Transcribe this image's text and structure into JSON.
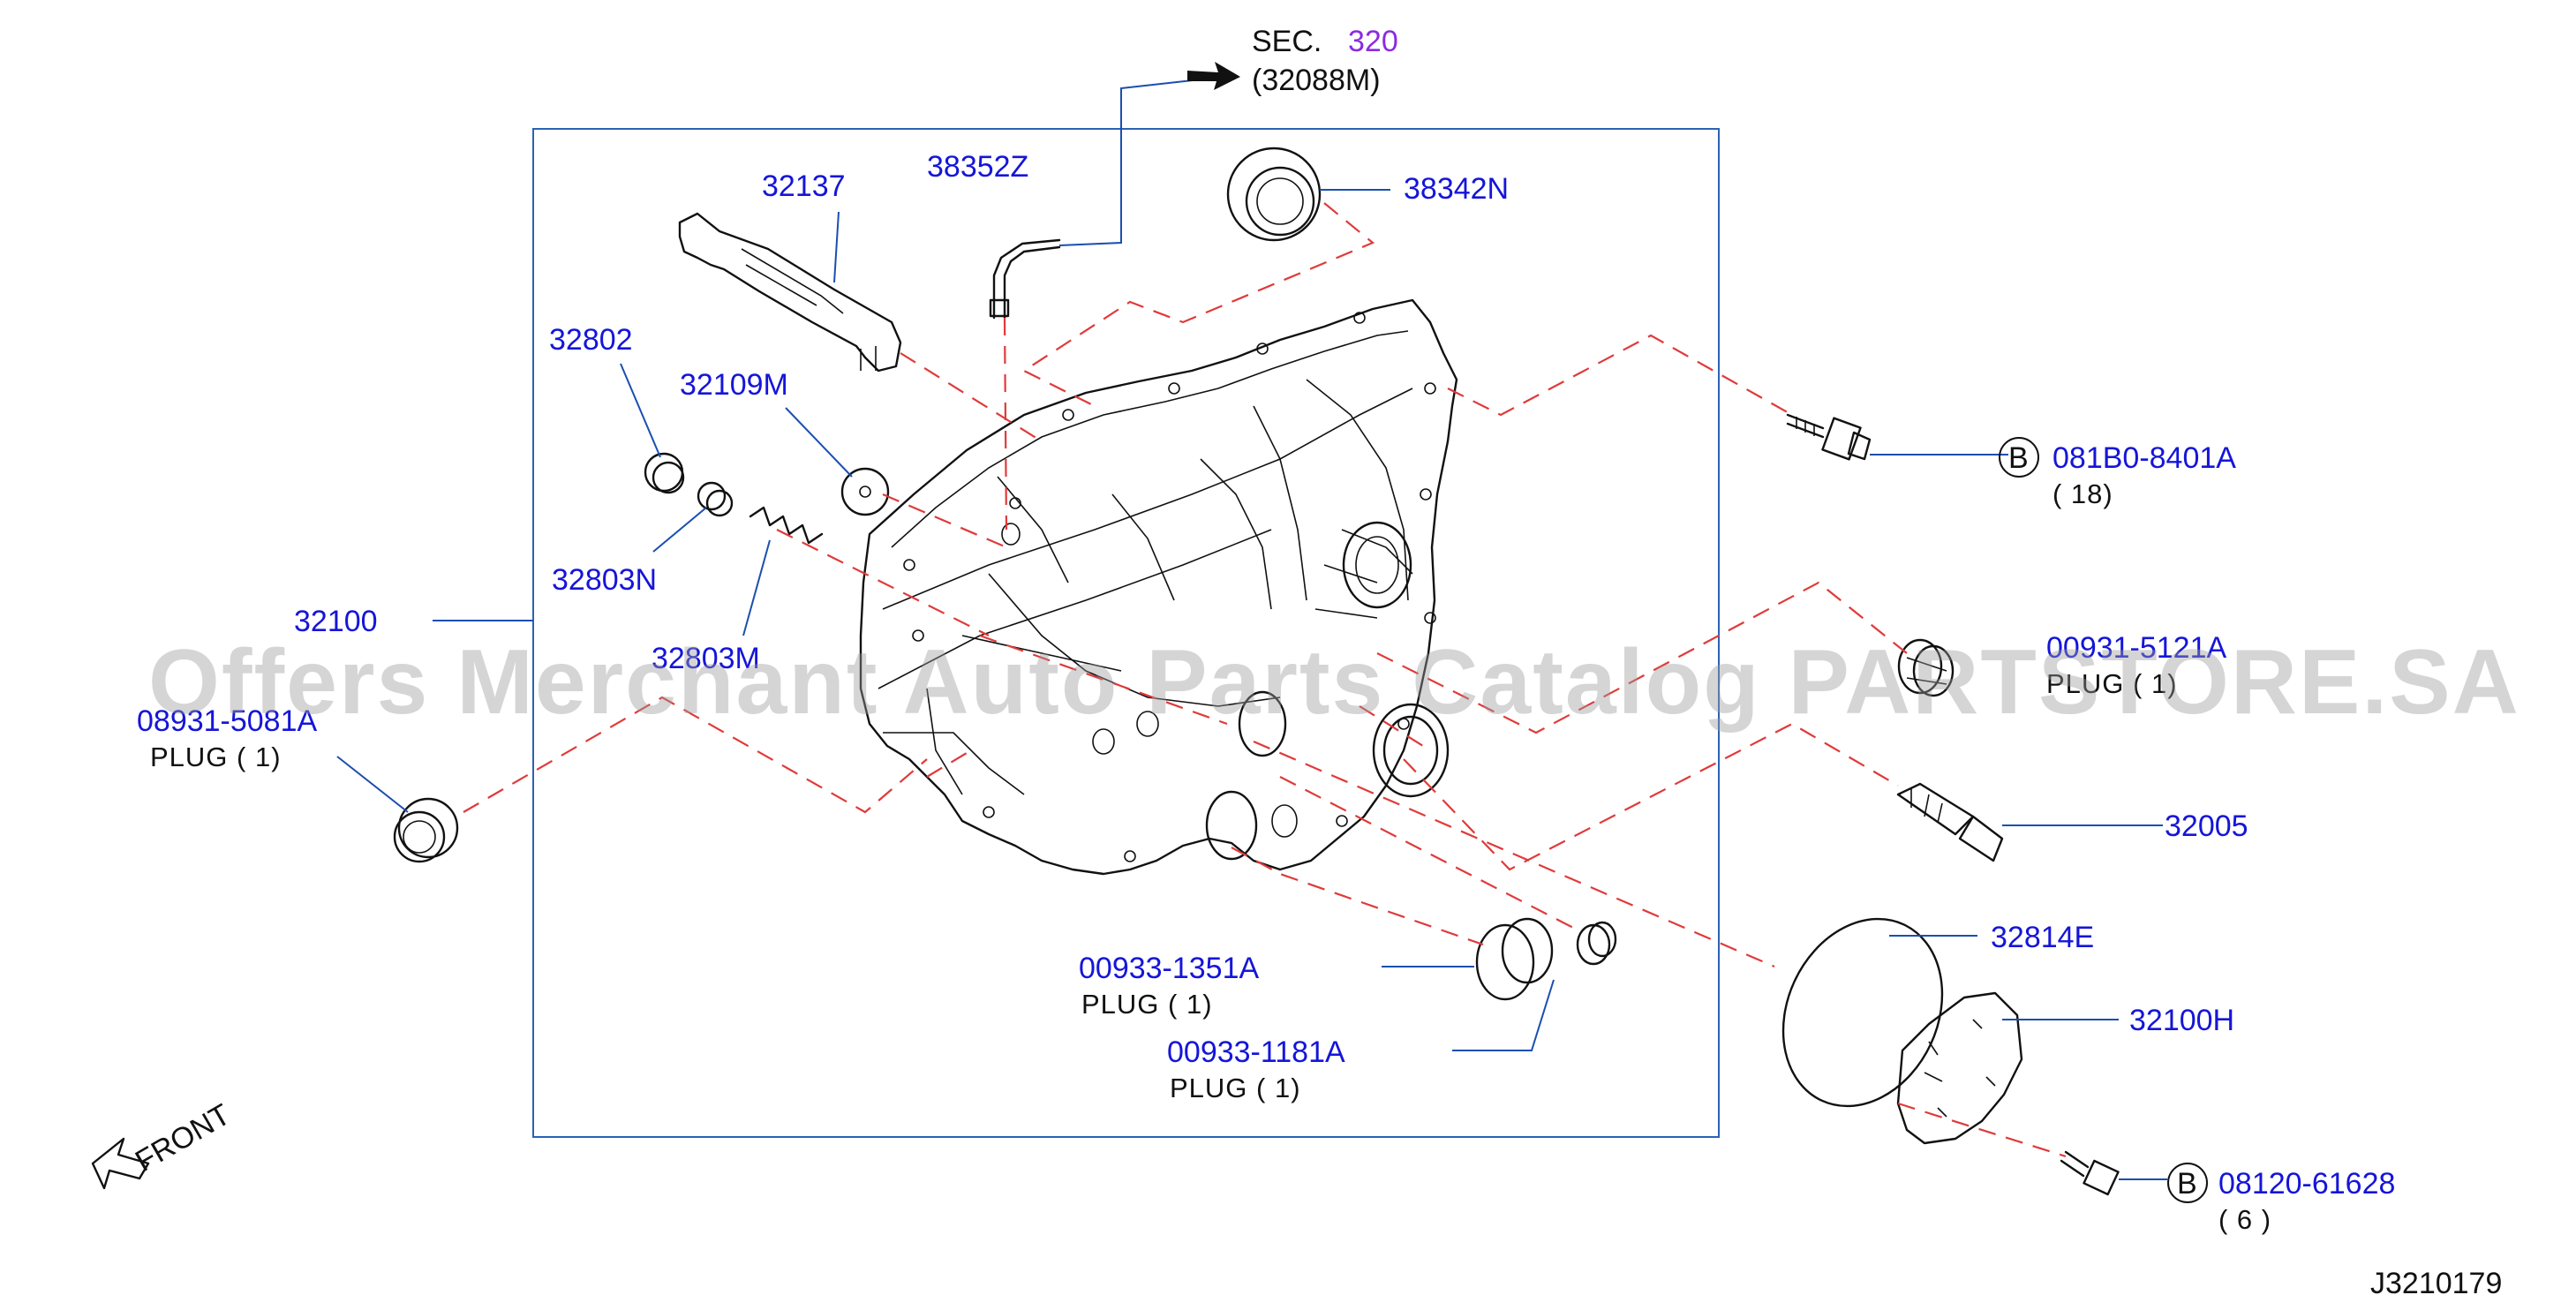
{
  "section_ref": {
    "prefix": "SEC.",
    "number": "320",
    "part": "(32088M)"
  },
  "diagram_code": "J3210179",
  "front_label": "FRONT",
  "watermark": "Offers Merchant Auto Parts Catalog PARTSTORE.SA",
  "colors": {
    "label": "#1515d9",
    "section_number": "#8a2be2",
    "dashed_line": "#e03a3a",
    "frame": "#2a63b5"
  },
  "parts": {
    "p32137": {
      "number": "32137"
    },
    "p38352Z": {
      "number": "38352Z"
    },
    "p38342N": {
      "number": "38342N"
    },
    "p32802": {
      "number": "32802"
    },
    "p32109M": {
      "number": "32109M"
    },
    "p32803N": {
      "number": "32803N"
    },
    "p32100": {
      "number": "32100"
    },
    "p32803M": {
      "number": "32803M"
    },
    "p08931": {
      "number": "08931-5081A",
      "desc": "PLUG ( 1)"
    },
    "pB1": {
      "badge": "B",
      "number": "081B0-8401A",
      "qty": "( 18)"
    },
    "p00931": {
      "number": "00931-5121A",
      "desc": "PLUG ( 1)"
    },
    "p32005": {
      "number": "32005"
    },
    "p32814E": {
      "number": "32814E"
    },
    "p32100H": {
      "number": "32100H"
    },
    "pB2": {
      "badge": "B",
      "number": "08120-61628",
      "qty": "( 6 )"
    },
    "p00933a": {
      "number": "00933-1351A",
      "desc": "PLUG ( 1)"
    },
    "p00933b": {
      "number": "00933-1181A",
      "desc": "PLUG ( 1)"
    }
  }
}
